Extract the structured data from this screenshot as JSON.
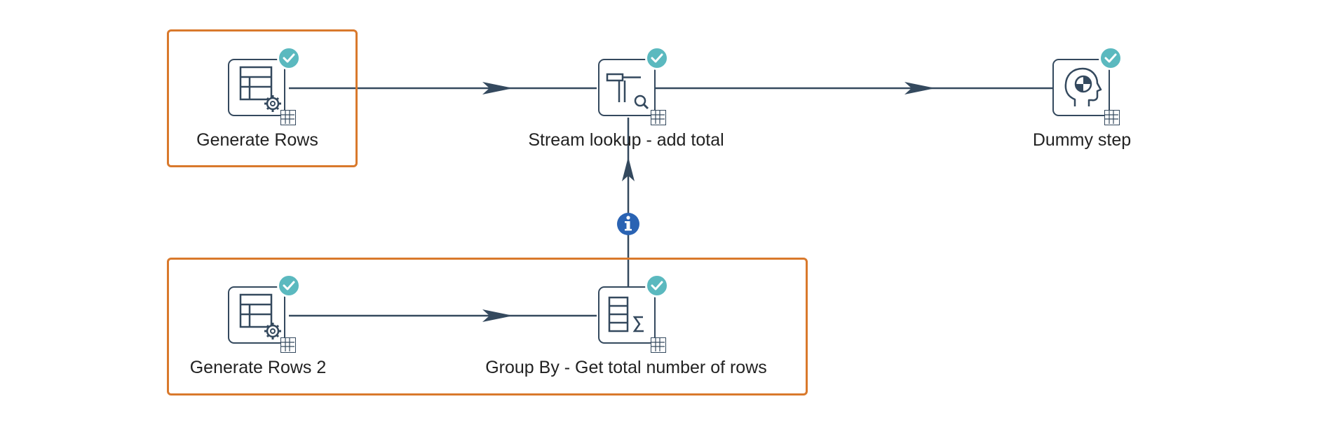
{
  "canvas": {
    "steps": {
      "generate_rows": {
        "label": "Generate Rows",
        "icon": "generate-rows-icon",
        "status": "ok"
      },
      "stream_lookup": {
        "label": "Stream lookup - add total",
        "icon": "stream-lookup-icon",
        "status": "ok"
      },
      "dummy_step": {
        "label": "Dummy step",
        "icon": "dummy-head-icon",
        "status": "ok"
      },
      "generate_rows_2": {
        "label": "Generate Rows 2",
        "icon": "generate-rows-icon",
        "status": "ok"
      },
      "group_by": {
        "label": "Group By - Get total number of rows",
        "icon": "group-by-sigma-icon",
        "status": "ok"
      }
    },
    "hops": [
      {
        "from": "Generate Rows",
        "to": "Stream lookup - add total"
      },
      {
        "from": "Stream lookup - add total",
        "to": "Dummy step"
      },
      {
        "from": "Generate Rows 2",
        "to": "Group By - Get total number of rows"
      },
      {
        "from": "Group By - Get total number of rows",
        "to": "Stream lookup - add total",
        "type": "info"
      }
    ],
    "colors": {
      "line": "#34495e",
      "check_badge": "#5bb9bf",
      "info_badge": "#2a63b3",
      "selection": "#d9792c"
    }
  }
}
